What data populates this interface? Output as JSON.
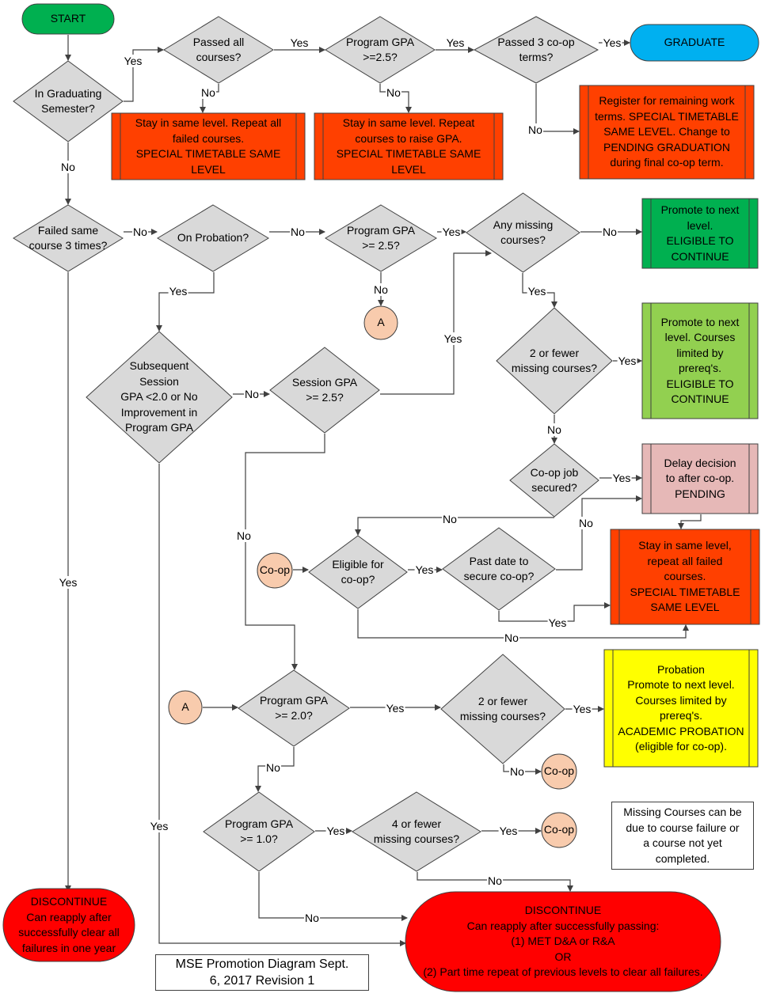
{
  "diagram": {
    "title_lines": [
      "MSE Promotion Diagram Sept.",
      "6, 2017 Revision 1"
    ],
    "note_lines": [
      "Missing Courses can be",
      "due to course failure or",
      "a course not yet",
      "completed."
    ],
    "colors": {
      "decision": "#d9d9d9",
      "start": "#00b050",
      "graduate": "#00b0f0",
      "repeat": "#ff4000",
      "promote": "#00b050",
      "promote_limited": "#92d050",
      "pending": "#e6b8b7",
      "probation": "#ffff00",
      "discontinue": "#ff0000",
      "connector": "#f8cbad"
    },
    "nodes": {
      "start": [
        "START"
      ],
      "in_graduating": [
        "In Graduating",
        "Semester?"
      ],
      "passed_all": [
        "Passed all",
        "courses?"
      ],
      "program_gpa_25_top": [
        "Program GPA",
        ">=2.5?"
      ],
      "passed_coop": [
        "Passed 3 co-op",
        "terms?"
      ],
      "graduate": [
        "GRADUATE"
      ],
      "stay_repeat_failed": [
        "Stay in same level. Repeat all",
        "failed courses.",
        "SPECIAL TIMETABLE SAME",
        "LEVEL"
      ],
      "stay_raise_gpa": [
        "Stay in same level. Repeat",
        "courses to raise GPA.",
        "SPECIAL TIMETABLE SAME",
        "LEVEL"
      ],
      "register_work_terms": [
        "Register for remaining work",
        "terms.  SPECIAL TIMETABLE",
        "SAME LEVEL.  Change to",
        "PENDING GRADUATION",
        "during final co-op term."
      ],
      "failed_same": [
        "Failed same",
        "course 3 times?"
      ],
      "on_probation": [
        "On Probation?"
      ],
      "program_gpa_25_mid": [
        "Program GPA",
        ">= 2.5?"
      ],
      "any_missing": [
        "Any missing",
        "courses?"
      ],
      "promote_eligible": [
        "Promote to next",
        "level.",
        "ELIGIBLE TO",
        "CONTINUE"
      ],
      "connector_a_top": [
        "A"
      ],
      "subsequent_session": [
        "Subsequent",
        "Session",
        "GPA <2.0 or No",
        "Improvement in",
        "Program GPA"
      ],
      "session_gpa": [
        "Session GPA",
        ">= 2.5?"
      ],
      "two_or_fewer_top": [
        "2 or fewer",
        "missing courses?"
      ],
      "promote_limited": [
        "Promote to next",
        "level.  Courses",
        "limited by",
        "prereq's.",
        "ELIGIBLE TO",
        "CONTINUE"
      ],
      "coop_secured": [
        "Co-op job",
        "secured?"
      ],
      "delay_decision": [
        "Delay decision",
        "to after co-op.",
        "PENDING"
      ],
      "coop_connector_left": [
        "Co-op"
      ],
      "eligible_coop": [
        "Eligible for",
        "co-op?"
      ],
      "past_date": [
        "Past date to",
        "secure co-op?"
      ],
      "stay_repeat_failed_2": [
        "Stay in same level,",
        "repeat all failed",
        "courses.",
        "SPECIAL TIMETABLE",
        "SAME LEVEL"
      ],
      "connector_a_bottom": [
        "A"
      ],
      "program_gpa_20": [
        "Program GPA",
        ">= 2.0?"
      ],
      "two_or_fewer_bottom": [
        "2 or fewer",
        "missing courses?"
      ],
      "probation": [
        "Probation",
        "Promote to next level.",
        "Courses limited by",
        "prereq's.",
        "ACADEMIC PROBATION",
        "(eligible for co-op)."
      ],
      "coop_connector_1": [
        "Co-op"
      ],
      "program_gpa_10": [
        "Program GPA",
        ">= 1.0?"
      ],
      "four_or_fewer": [
        "4 or fewer",
        "missing courses?"
      ],
      "coop_connector_2": [
        "Co-op"
      ],
      "discontinue_left": [
        "DISCONTINUE",
        "Can reapply after",
        "successfully clear all",
        "failures in one year"
      ],
      "discontinue_main": [
        "DISCONTINUE",
        "Can reapply after successfully passing:",
        "(1) MET D&A or R&A",
        "OR",
        "(2) Part time repeat of previous levels to clear all failures."
      ]
    },
    "edge_labels": {
      "yes": "Yes",
      "no": "No"
    }
  }
}
